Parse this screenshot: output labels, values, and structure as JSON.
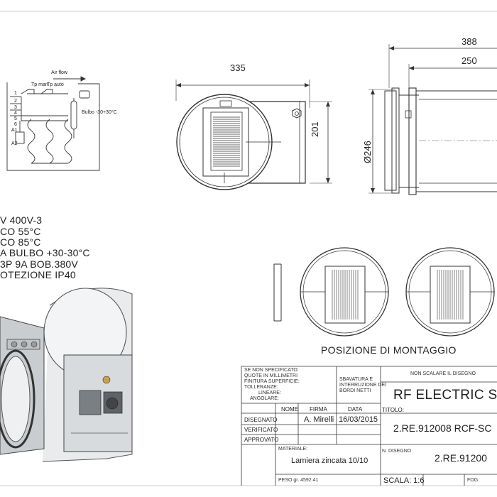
{
  "dimensions": {
    "front_width": "335",
    "front_height": "201",
    "overall_length": "388",
    "body_length": "250",
    "diameter": "Ø246"
  },
  "wiring": {
    "air_flow": "Air flow",
    "tp_man": "Tp man",
    "tp_auto": "Tp auto",
    "bulb": "Bulbo -30+30°C",
    "terminals": [
      "1",
      "2",
      "3",
      "4",
      "5",
      "6"
    ],
    "contactor_a1": "A1",
    "contactor_a2": "A2"
  },
  "specs": [
    "V 400V-3",
    "CO 55°C",
    "CO 85°C",
    "A BULBO +30-30°C",
    "3P 9A BOB.380V",
    "OTEZIONE IP40"
  ],
  "mounting_label": "POSIZIONE DI MONTAGGIO",
  "title_block": {
    "unspecified_lines": [
      "SE NON SPECIFICATO:",
      "QUOTE IN MILLIMETRI",
      "FINITURA SUPERFICIE:",
      "TOLLERANZE:",
      "LINEARE:",
      "ANGOLARE:"
    ],
    "deburr_lines": [
      "SBAVATURA E",
      "INTERRUZIONE DEI",
      "BORDI NETTI"
    ],
    "no_scale": "NON SCALARE IL DISEGNO",
    "col_nome": "NOME",
    "col_firma": "FIRMA",
    "col_data": "DATA",
    "row_disegnato": "DISEGNATO",
    "row_verificato": "VERIFICATO",
    "row_approvato": "APPROVATO",
    "signer": "A. Mirelli",
    "date": "16/03/2015",
    "titolo_label": "TITOLO:",
    "title": "RF ELECTRIC S",
    "code": "2.RE.912008 RCF-SC",
    "materiale_label": "MATERIALE:",
    "material": "Lamiera zincata 10/10",
    "n_disegno_label": "N. DISEGNO",
    "drawing_number": "2.RE.91200",
    "peso": "PESO gr. 4592.41",
    "scala": "SCALA: 1:6",
    "foglio": "FOG"
  }
}
